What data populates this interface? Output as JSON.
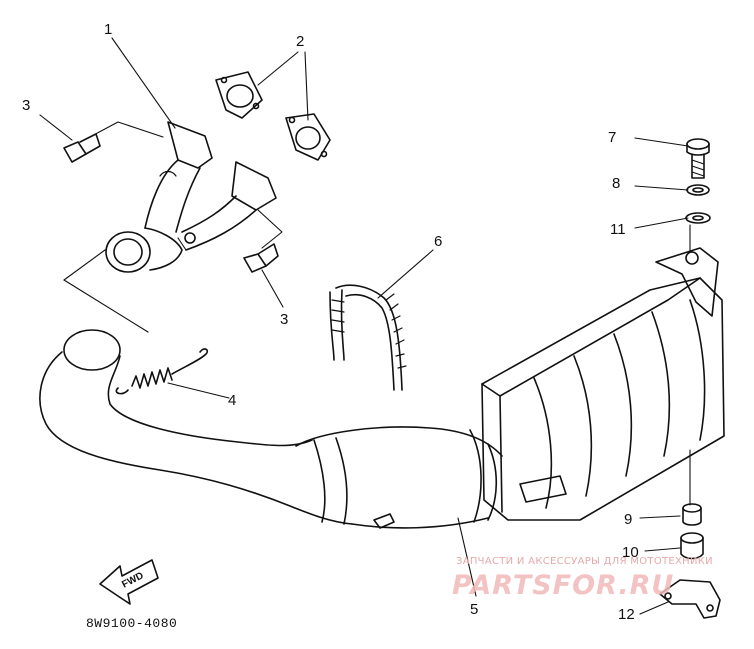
{
  "diagram": {
    "callouts": [
      {
        "id": "c1",
        "text": "1"
      },
      {
        "id": "c2",
        "text": "2"
      },
      {
        "id": "c3a",
        "text": "3"
      },
      {
        "id": "c3b",
        "text": "3"
      },
      {
        "id": "c4",
        "text": "4"
      },
      {
        "id": "c5",
        "text": "5"
      },
      {
        "id": "c6",
        "text": "6"
      },
      {
        "id": "c7",
        "text": "7"
      },
      {
        "id": "c8",
        "text": "8"
      },
      {
        "id": "c9",
        "text": "9"
      },
      {
        "id": "c10",
        "text": "10"
      },
      {
        "id": "c11",
        "text": "11"
      },
      {
        "id": "c12",
        "text": "12"
      }
    ],
    "fwd_label": "FWD",
    "part_code": "8W9100-4080",
    "watermark": {
      "tagline": "ЗАПЧАСТИ И АКСЕССУАРЫ ДЛЯ МОТОТЕХНИКИ",
      "logo": "PARTSFOR.RU"
    }
  }
}
